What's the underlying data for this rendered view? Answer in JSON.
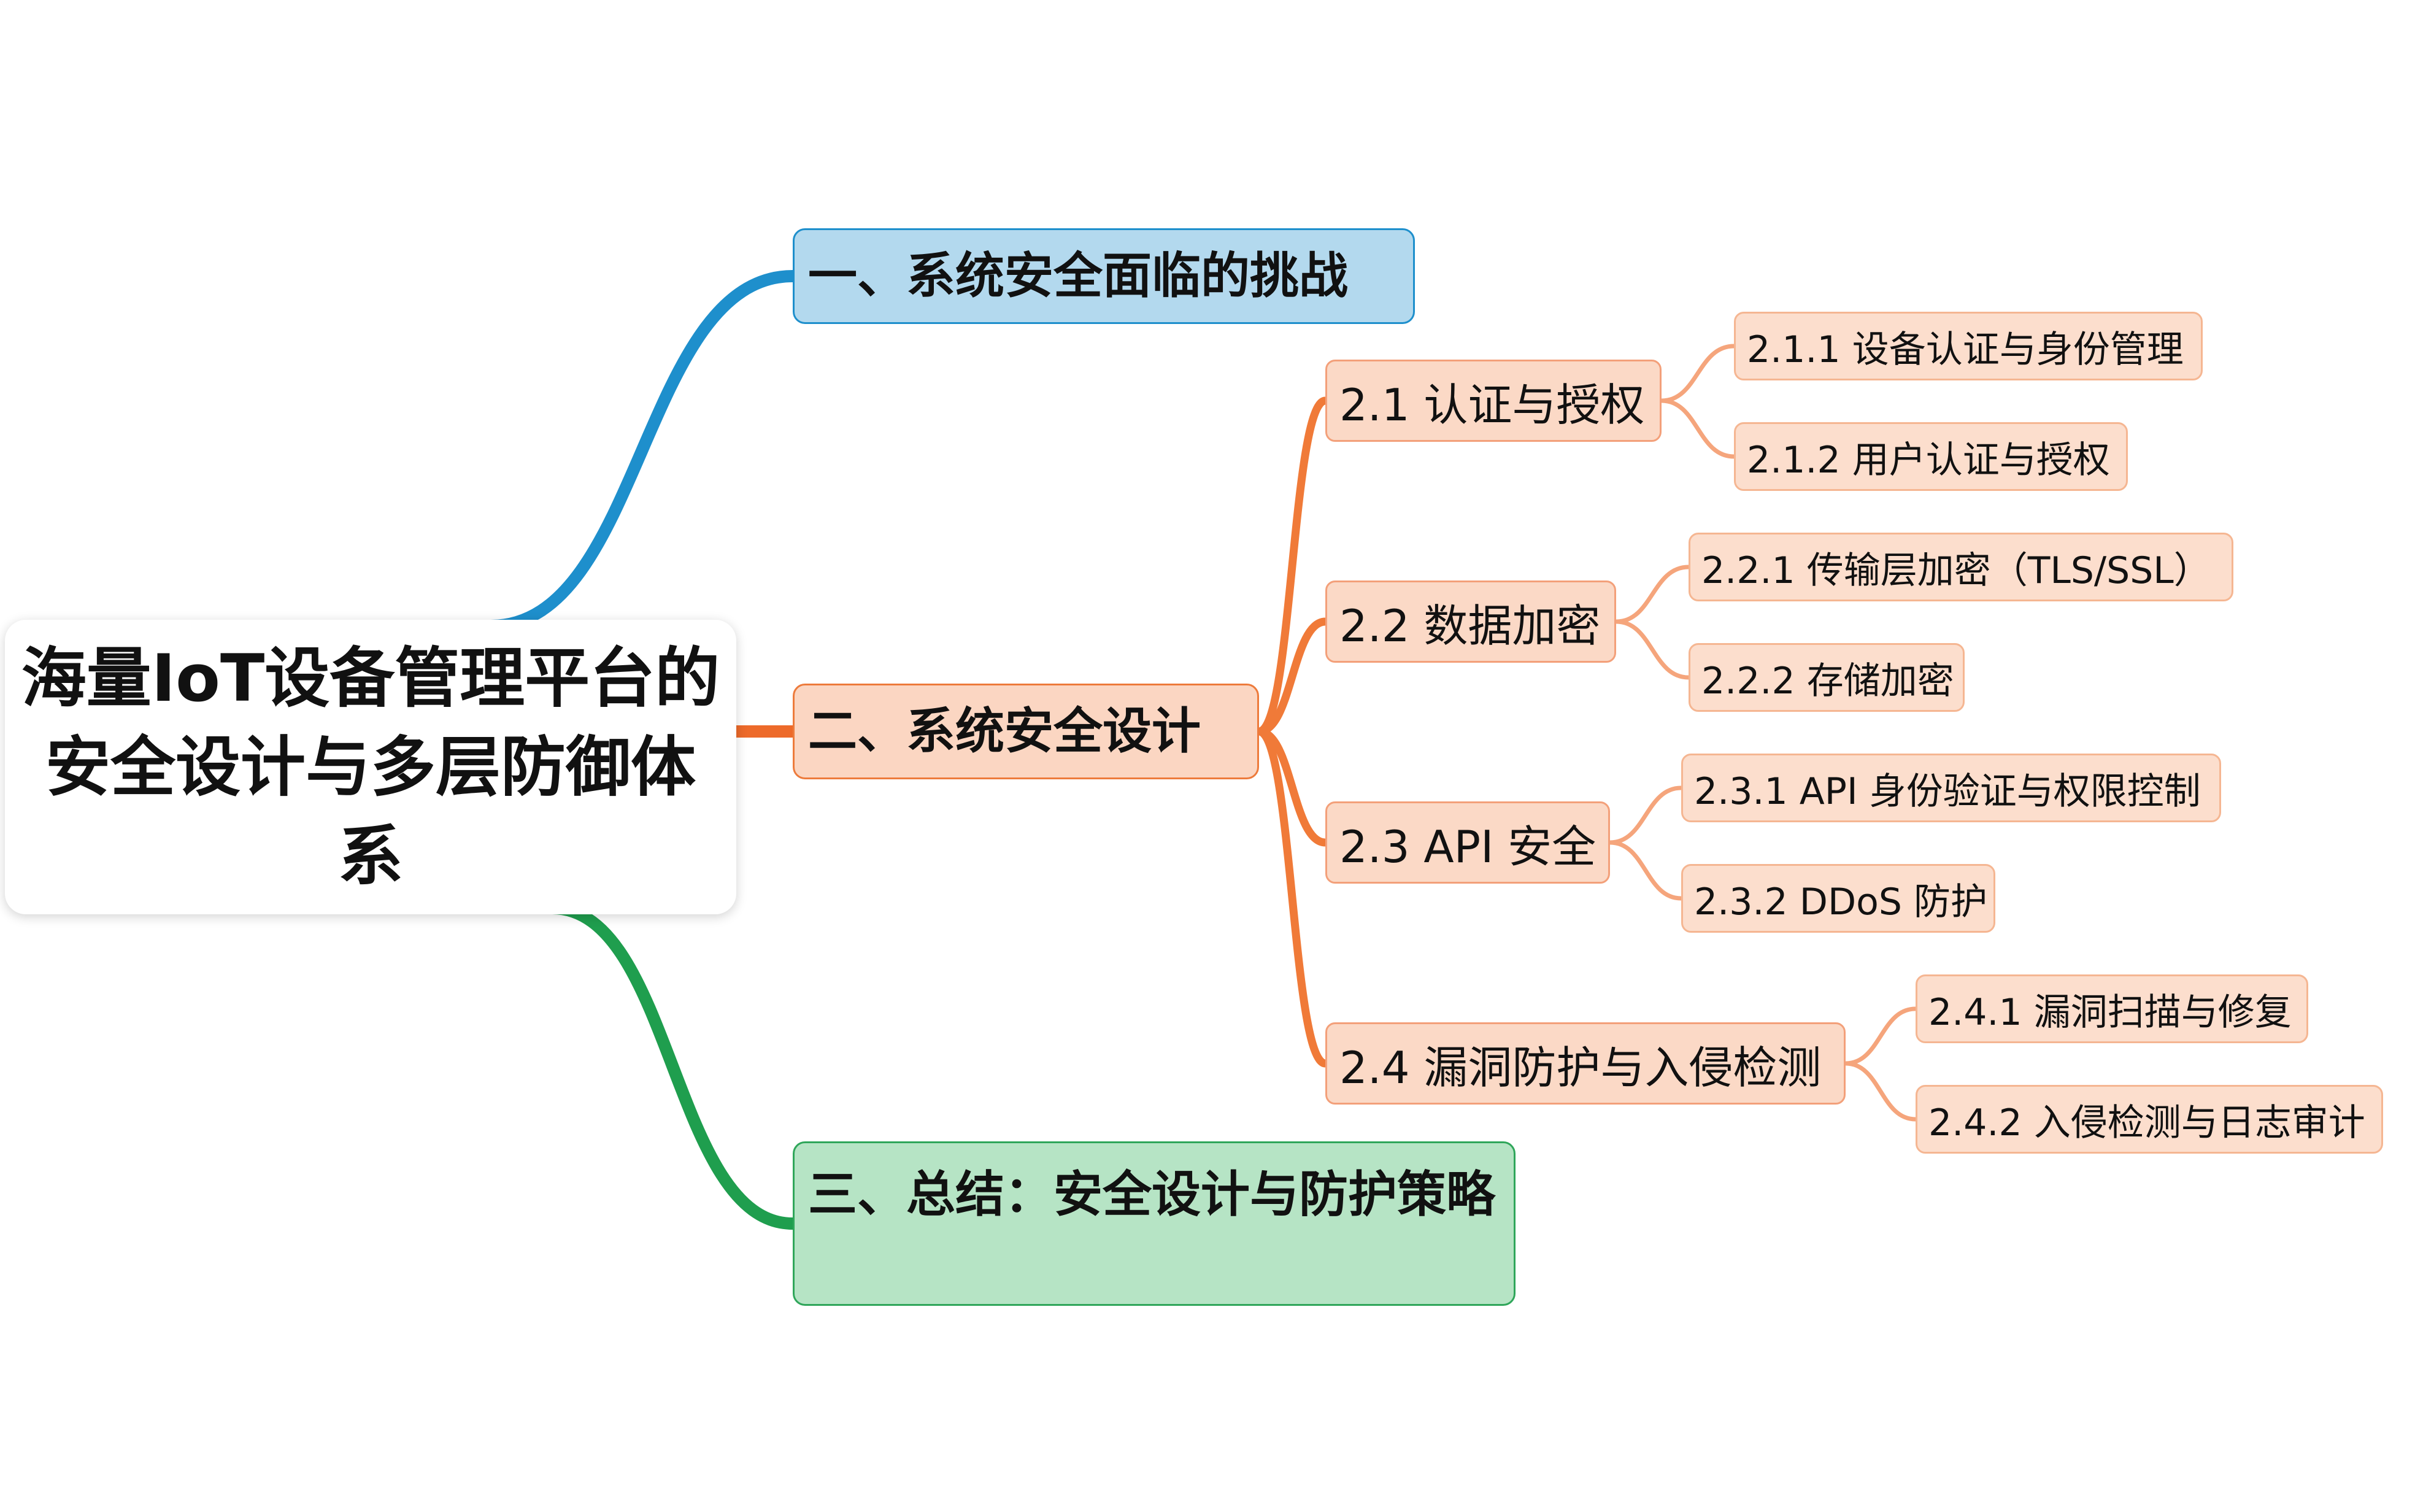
{
  "mindmap": {
    "root": {
      "label": "海量IoT设备管理平台的安全设计与多层防御体系"
    },
    "sections": [
      {
        "id": "s1",
        "label": "一、系统安全面临的挑战",
        "color": "#1e8fcc",
        "children": []
      },
      {
        "id": "s2",
        "label": "二、系统安全设计",
        "color": "#ed6a2a",
        "children": [
          {
            "label": "2.1 认证与授权",
            "children": [
              "2.1.1 设备认证与身份管理",
              "2.1.2 用户认证与授权"
            ]
          },
          {
            "label": "2.2 数据加密",
            "children": [
              "2.2.1 传输层加密（TLS/SSL）",
              "2.2.2 存储加密"
            ]
          },
          {
            "label": "2.3 API 安全",
            "children": [
              "2.3.1 API 身份验证与权限控制",
              "2.3.2 DDoS 防护"
            ]
          },
          {
            "label": "2.4 漏洞防护与入侵检测",
            "children": [
              "2.4.1 漏洞扫描与修复",
              "2.4.2 入侵检测与日志审计"
            ]
          }
        ]
      },
      {
        "id": "s3",
        "label": "三、总结：安全设计与防护策略",
        "color": "#1f9e4e",
        "children": []
      }
    ],
    "colors": {
      "sub_branch": "#f07a38",
      "leaf_branch": "#f5a57c"
    }
  }
}
